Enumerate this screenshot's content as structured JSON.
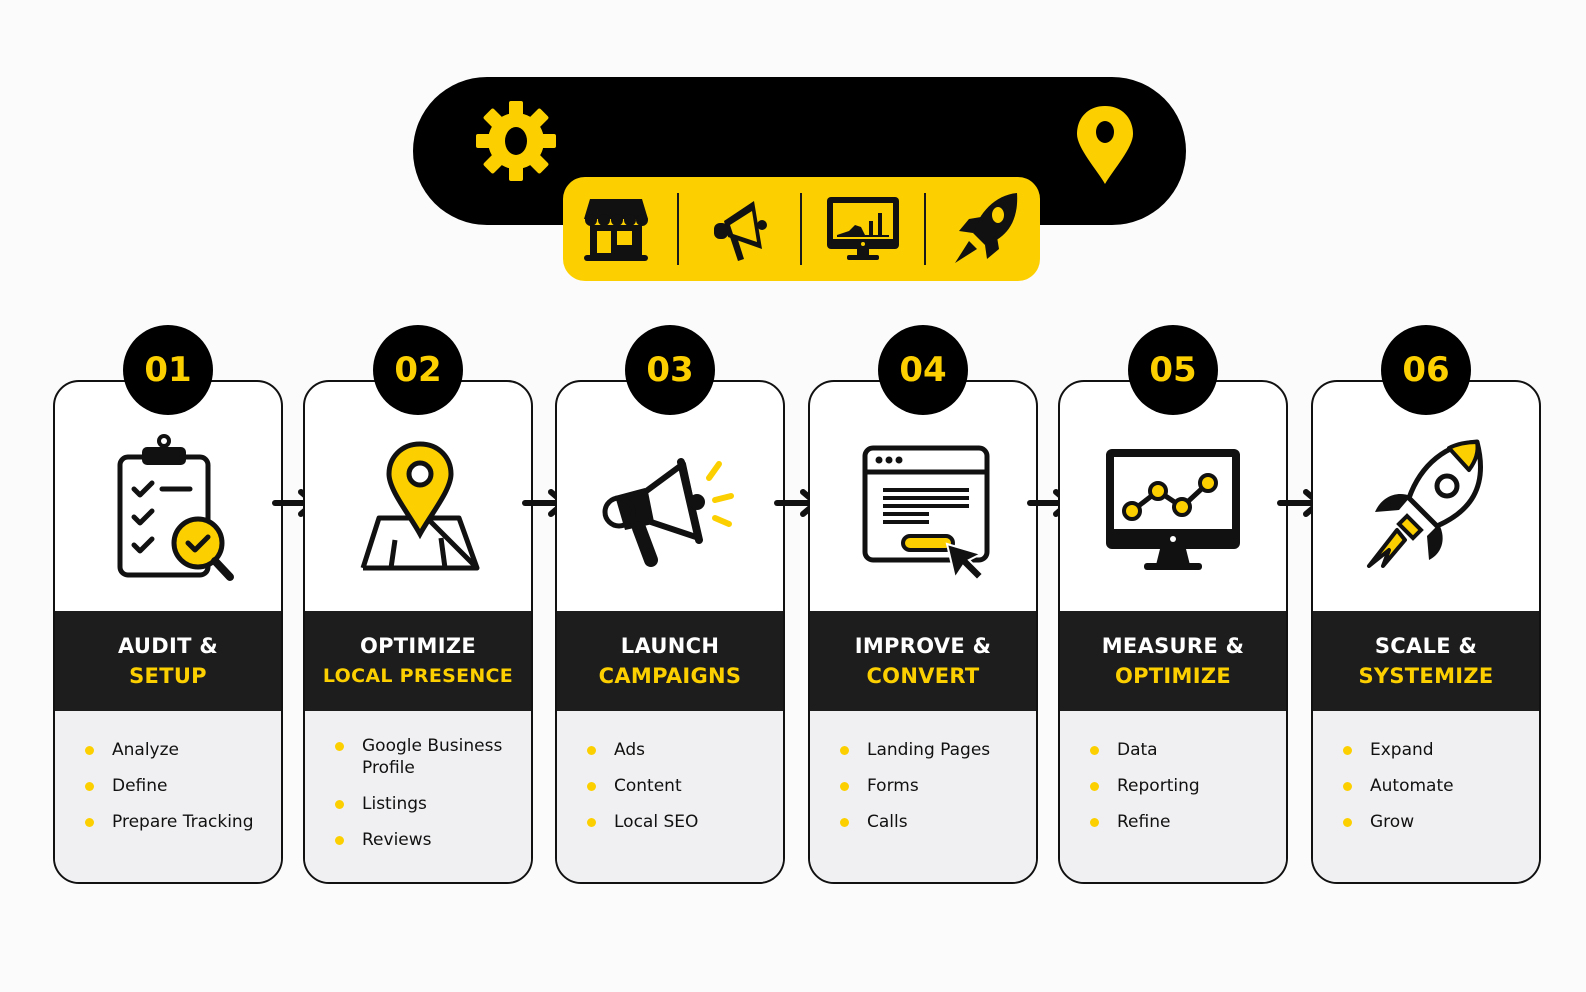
{
  "colors": {
    "accent": "#fcd000",
    "dark": "#000000",
    "band": "#1d1d1d",
    "list_bg": "#f0f0f2"
  },
  "banner": {
    "left_icon": "gear-icon",
    "right_icon": "map-pin-icon",
    "icon_bar": [
      "storefront-icon",
      "megaphone-icon",
      "monitor-chart-icon",
      "rocket-icon"
    ]
  },
  "steps": [
    {
      "number": "01",
      "title_line1": "AUDIT &",
      "title_line2": "SETUP",
      "icon": "clipboard-search-icon",
      "items": [
        "Analyze",
        "Define",
        "Prepare Tracking"
      ]
    },
    {
      "number": "02",
      "title_line1": "OPTIMIZE",
      "title_line2": "LOCAL PRESENCE",
      "icon": "map-pin-icon",
      "items": [
        "Google Business Profile",
        "Listings",
        "Reviews"
      ]
    },
    {
      "number": "03",
      "title_line1": "LAUNCH",
      "title_line2": "CAMPAIGNS",
      "icon": "megaphone-icon",
      "items": [
        "Ads",
        "Content",
        "Local SEO"
      ]
    },
    {
      "number": "04",
      "title_line1": "IMPROVE &",
      "title_line2": "CONVERT",
      "icon": "browser-cursor-icon",
      "items": [
        "Landing Pages",
        "Forms",
        "Calls"
      ]
    },
    {
      "number": "05",
      "title_line1": "MEASURE &",
      "title_line2": "OPTIMIZE",
      "icon": "monitor-chart-icon",
      "items": [
        "Data",
        "Reporting",
        "Refine"
      ]
    },
    {
      "number": "06",
      "title_line1": "SCALE &",
      "title_line2": "SYSTEMIZE",
      "icon": "rocket-icon",
      "items": [
        "Expand",
        "Automate",
        "Grow"
      ]
    }
  ]
}
